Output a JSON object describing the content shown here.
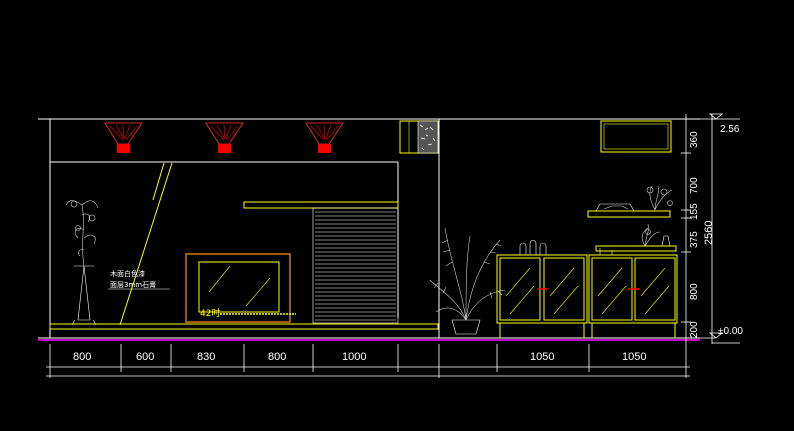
{
  "colors": {
    "background": "#000000",
    "outline": "#ffffff",
    "furniture": "#ffff00",
    "tv_frame": "#ff9900",
    "light": "#ff0000",
    "floor_line": "#ff00ff",
    "plant": "#d0d0d0"
  },
  "top_labels": [
    "",
    "",
    ""
  ],
  "tv_label": "42吋",
  "notes": {
    "line1": "木面白色漆",
    "line2": "面层3mm石膏"
  },
  "dimensions": {
    "bottom": [
      "800",
      "600",
      "830",
      "800",
      "1000",
      "1050",
      "1050"
    ],
    "right_inner": [
      "360",
      "700",
      "375",
      "800",
      "200"
    ],
    "right_inner_extra": "155",
    "right_outer": "2560",
    "top_level": "2.56",
    "floor_level": "±0.00"
  },
  "icons": [
    "spotlight-icon",
    "vase-plant-icon",
    "potted-palm-icon",
    "shelf-plant-icon"
  ]
}
